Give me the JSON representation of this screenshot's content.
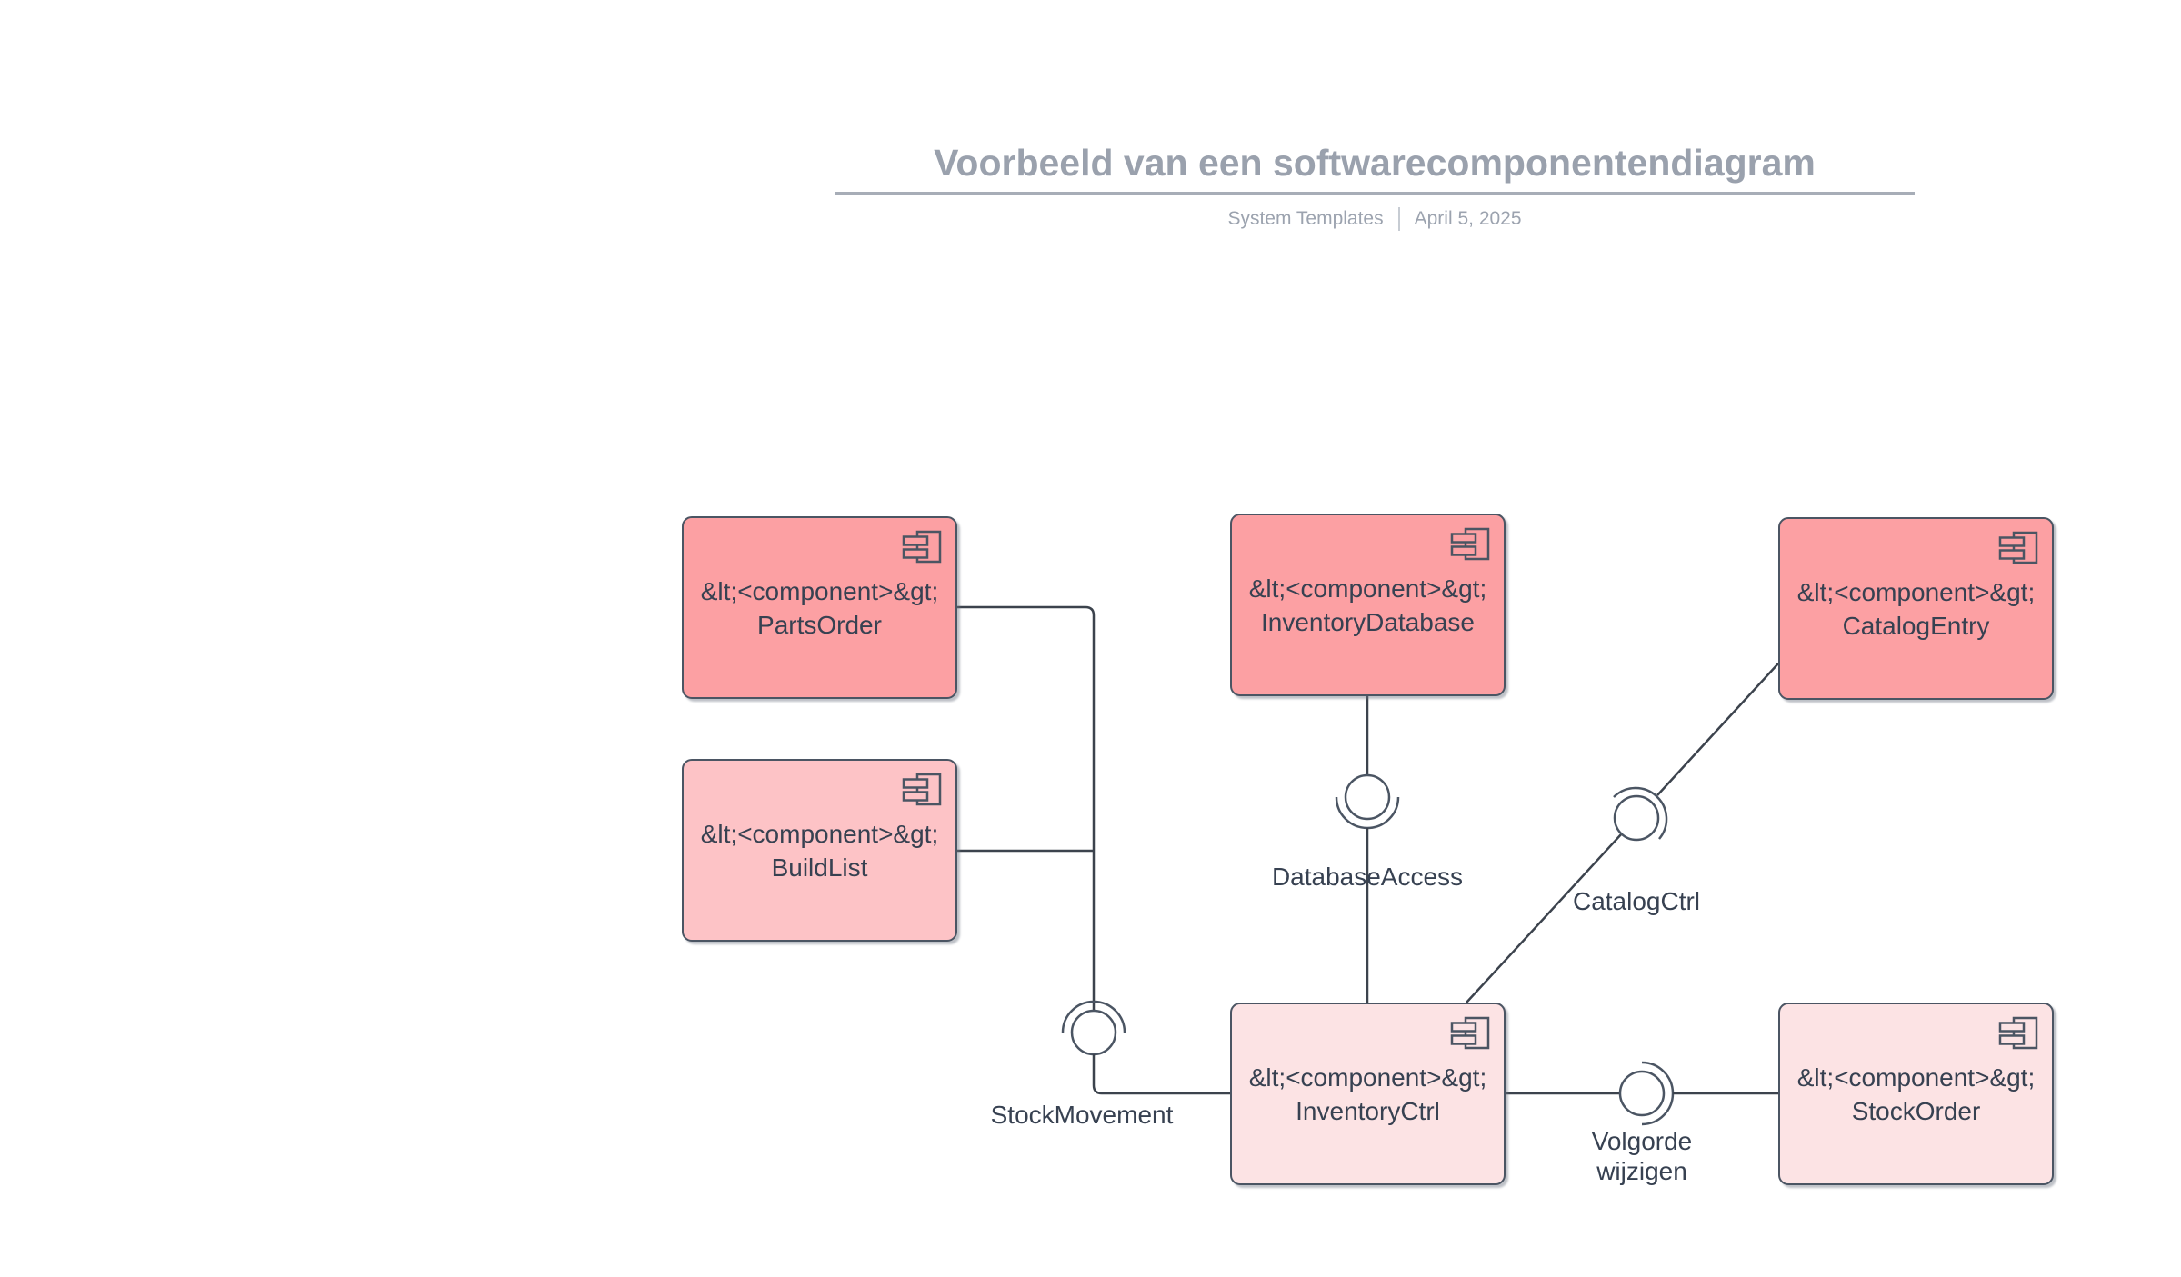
{
  "header": {
    "title": "Voorbeeld van een softwarecomponentendiagram",
    "subtitle_left": "System Templates",
    "subtitle_right": "April 5, 2025"
  },
  "diagram": {
    "components": [
      {
        "id": "parts-order",
        "stereotype": "&lt;<component>&gt;",
        "name": "PartsOrder",
        "variant": "dark"
      },
      {
        "id": "build-list",
        "stereotype": "&lt;<component>&gt;",
        "name": "BuildList",
        "variant": "medium"
      },
      {
        "id": "inventory-database",
        "stereotype": "&lt;<component>&gt;",
        "name": "InventoryDatabase",
        "variant": "dark"
      },
      {
        "id": "catalog-entry",
        "stereotype": "&lt;<component>&gt;",
        "name": "CatalogEntry",
        "variant": "dark"
      },
      {
        "id": "inventory-ctrl",
        "stereotype": "&lt;<component>&gt;",
        "name": "InventoryCtrl",
        "variant": "light"
      },
      {
        "id": "stock-order",
        "stereotype": "&lt;<component>&gt;",
        "name": "StockOrder",
        "variant": "light"
      }
    ],
    "interfaces": [
      {
        "id": "database-access",
        "label": "DatabaseAccess"
      },
      {
        "id": "catalog-ctrl",
        "label": "CatalogCtrl"
      },
      {
        "id": "stock-movement",
        "label": "StockMovement"
      },
      {
        "id": "volgorde-wijzigen",
        "label_line1": "Volgorde",
        "label_line2": "wijzigen"
      }
    ],
    "colors": {
      "component_dark": "#fca0a3",
      "component_medium": "#fdc3c6",
      "component_light": "#fce3e4",
      "component_border": "#4b5563",
      "connector": "#3c434d",
      "title_text": "#9aa1ad",
      "subtitle_text": "#9ca3af",
      "label_text": "#374151"
    }
  }
}
